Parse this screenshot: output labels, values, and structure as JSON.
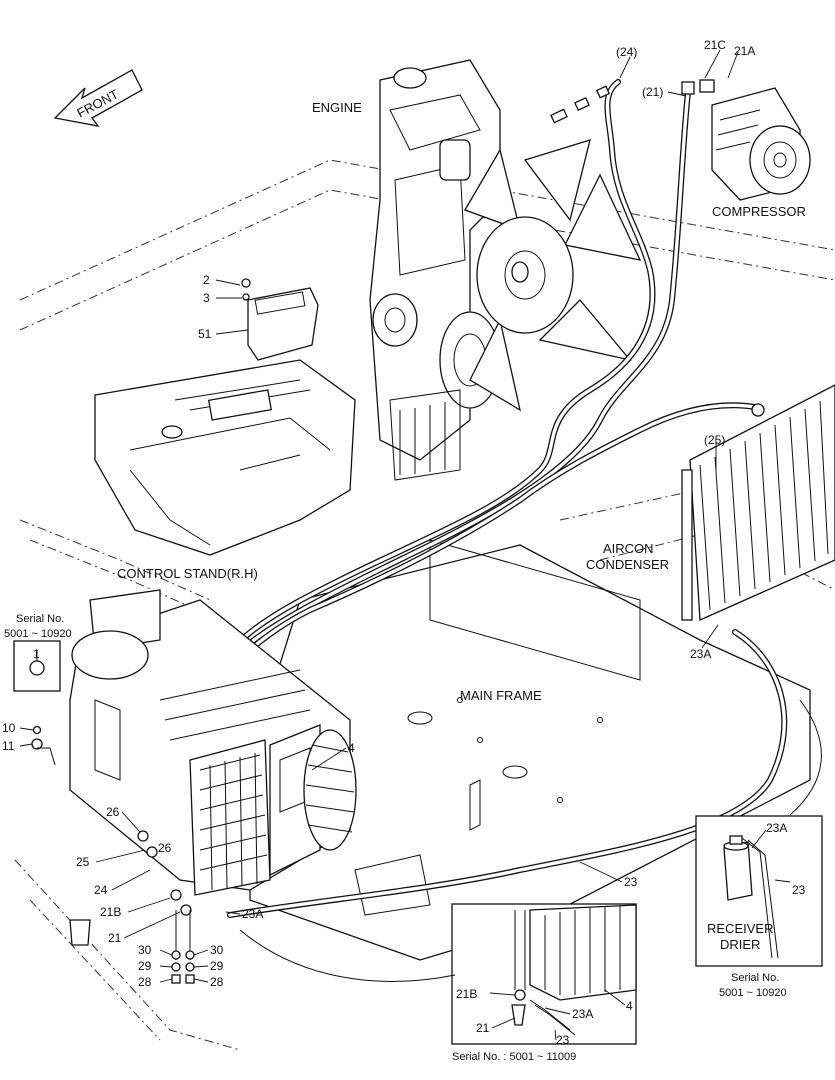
{
  "labels": {
    "front": "FRONT",
    "engine": "ENGINE",
    "compressor": "COMPRESSOR",
    "control_stand": "CONTROL STAND(R.H)",
    "aircon_condenser_1": "AIRCON",
    "aircon_condenser_2": "CONDENSER",
    "main_frame": "MAIN FRAME",
    "receiver_drier_1": "RECEIVER",
    "receiver_drier_2": "DRIER"
  },
  "serial_notes": {
    "top_left_1": "Serial No.",
    "top_left_2": "5001 ~ 10920",
    "right_1": "Serial No.",
    "right_2": "5001 ~ 10920",
    "bottom_inset": "Serial No. : 5001 ~ 11009"
  },
  "part_numbers": {
    "p24": "(24)",
    "p21c": "21C",
    "p21a": "21A",
    "p21": "(21)",
    "p25": "(25)",
    "p2": "2",
    "p3": "3",
    "p51": "51",
    "p23a_condenser": "23A",
    "p1": "1",
    "p10": "10",
    "p11": "11",
    "p4": "4",
    "p26a": "26",
    "p26b": "26",
    "p25b": "25",
    "p24b": "24",
    "p21b": "21B",
    "p21b2": "21",
    "p23a_bottom": "23A",
    "p30a": "30",
    "p30b": "30",
    "p29a": "29",
    "p29b": "29",
    "p28a": "28",
    "p28b": "28",
    "p23_main": "23",
    "p23a_drier": "23A",
    "p23_drier": "23",
    "inset_21b": "21B",
    "inset_21": "21",
    "inset_23a": "23A",
    "inset_23": "23",
    "inset_4": "4"
  }
}
